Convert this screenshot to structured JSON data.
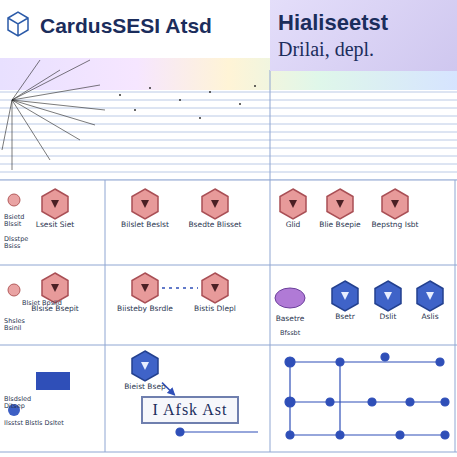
{
  "diagram": {
    "title": "CardusSESI Atsd",
    "nodes": [
      {
        "text": [
          "Hialiseetst",
          "Drilai, depl."
        ]
      },
      {
        "text": [
          "Lsesit Siet"
        ]
      },
      {
        "text": [
          "Bilslet Beslst"
        ]
      },
      {
        "text": [
          "Bsedte Blisset"
        ]
      },
      {
        "text": [
          "Glid"
        ]
      },
      {
        "text": [
          "Blie Bsepie"
        ]
      },
      {
        "text": [
          "Bepstng Isbt"
        ]
      },
      {
        "text": [
          "Blsise Bsepit"
        ]
      },
      {
        "text": [
          "Biisteby Bsrdle"
        ]
      },
      {
        "text": [
          "Bistis Dlepl"
        ]
      },
      {
        "text": [
          "Basetre"
        ]
      },
      {
        "text": [
          "Bsetr"
        ]
      },
      {
        "text": [
          "Dslit"
        ]
      },
      {
        "text": [
          "Aslis"
        ]
      },
      {
        "text": [
          "Bieist Bsep"
        ]
      },
      {
        "text": [
          "I Afsk Ast"
        ]
      }
    ],
    "edges": [
      {
        "from": 8,
        "to": 9,
        "arrow": "none"
      },
      {
        "from": 14,
        "to": 15,
        "arrow": "to"
      }
    ],
    "labels": [
      "Bsietd Blssit",
      "Dlsstpe Bsiss",
      "Blsiet Bpslid",
      "Shsles Bsinil",
      "Ilsstst Blstls Dsltet",
      "Blsdsled Ditsep",
      "Bfssbt"
    ]
  }
}
